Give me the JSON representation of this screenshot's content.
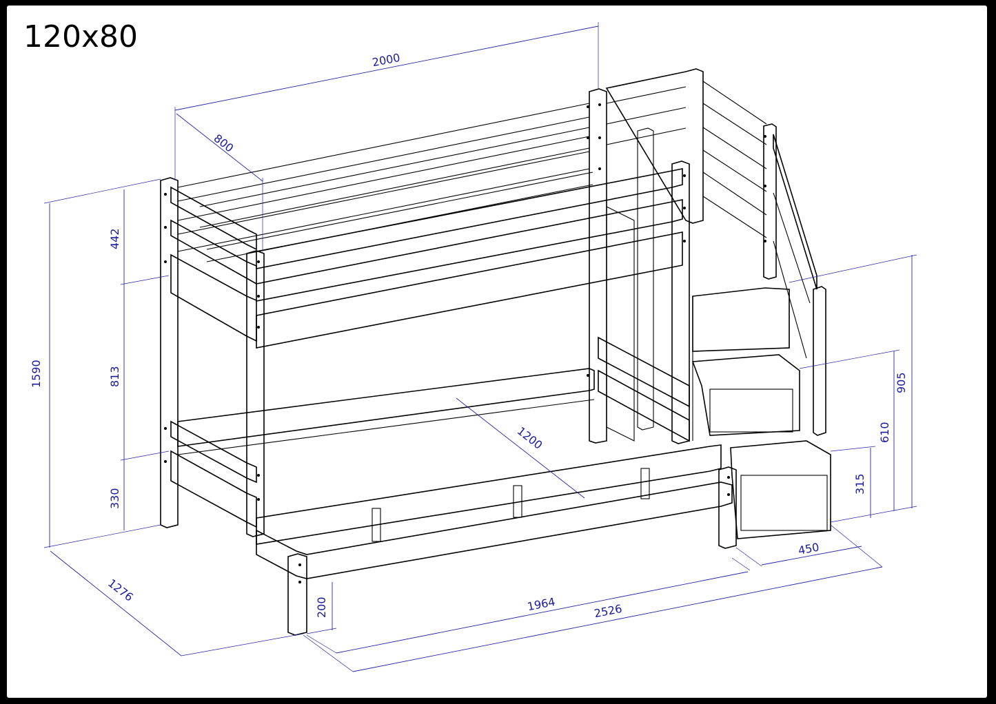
{
  "title": "120x80",
  "dimensions": {
    "length_top": "2000",
    "width_top": "800",
    "height_total": "1590",
    "upper_rail": "442",
    "middle_gap": "813",
    "lower_height": "330",
    "depth": "1276",
    "width_lower": "1200",
    "leg_height": "200",
    "inner_length": "1964",
    "overall_length": "2526",
    "stair_depth": "450",
    "step1": "315",
    "step2": "610",
    "step3": "905"
  },
  "colors": {
    "outline": "#000000",
    "dimension": "#2424a8"
  }
}
